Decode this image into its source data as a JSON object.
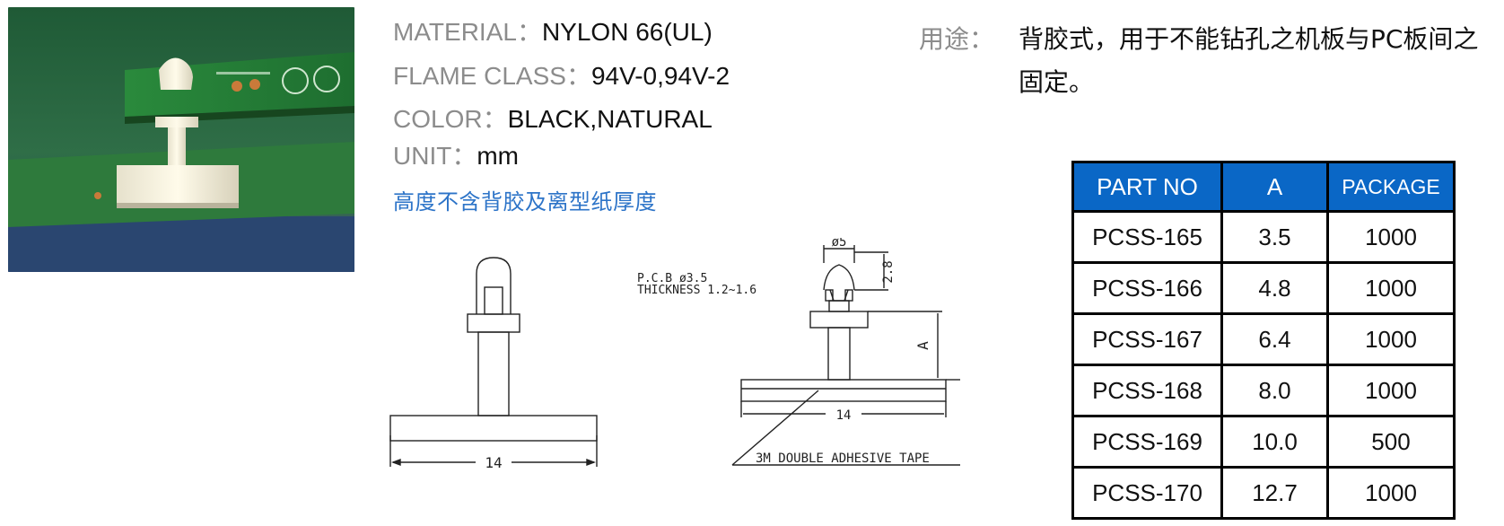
{
  "specs": [
    {
      "key": "MATERIAL：",
      "value": "NYLON 66(UL)"
    },
    {
      "key": "FLAME CLASS：",
      "value": "94V-0,94V-2"
    },
    {
      "key": "COLOR：",
      "value": "BLACK,NATURAL"
    },
    {
      "key": "UNIT：",
      "value": "mm"
    }
  ],
  "note": "高度不含背胶及离型纸厚度",
  "usage": {
    "label": "用途：",
    "text": "背胶式，用于不能钻孔之机板与PC板间之固定。"
  },
  "drawing": {
    "dim_width": "14",
    "dim_top": "ø5",
    "dim_height": "2.8",
    "dim_a": "A",
    "pcb_line1": "P.C.B  ø3.5",
    "pcb_line2": "THICKNESS  1.2~1.6",
    "tape_label": "3M  DOUBLE  ADHESIVE  TAPE"
  },
  "table": {
    "headers": [
      "PART NO",
      "A",
      "PACKAGE"
    ],
    "rows": [
      [
        "PCSS-165",
        "3.5",
        "1000"
      ],
      [
        "PCSS-166",
        "4.8",
        "1000"
      ],
      [
        "PCSS-167",
        "6.4",
        "1000"
      ],
      [
        "PCSS-168",
        "8.0",
        "1000"
      ],
      [
        "PCSS-169",
        "10.0",
        "500"
      ],
      [
        "PCSS-170",
        "12.7",
        "1000"
      ]
    ]
  },
  "colors": {
    "header_bg": "#0a67c6",
    "note_text": "#2d74c8",
    "label_grey": "#8c8c8c"
  }
}
